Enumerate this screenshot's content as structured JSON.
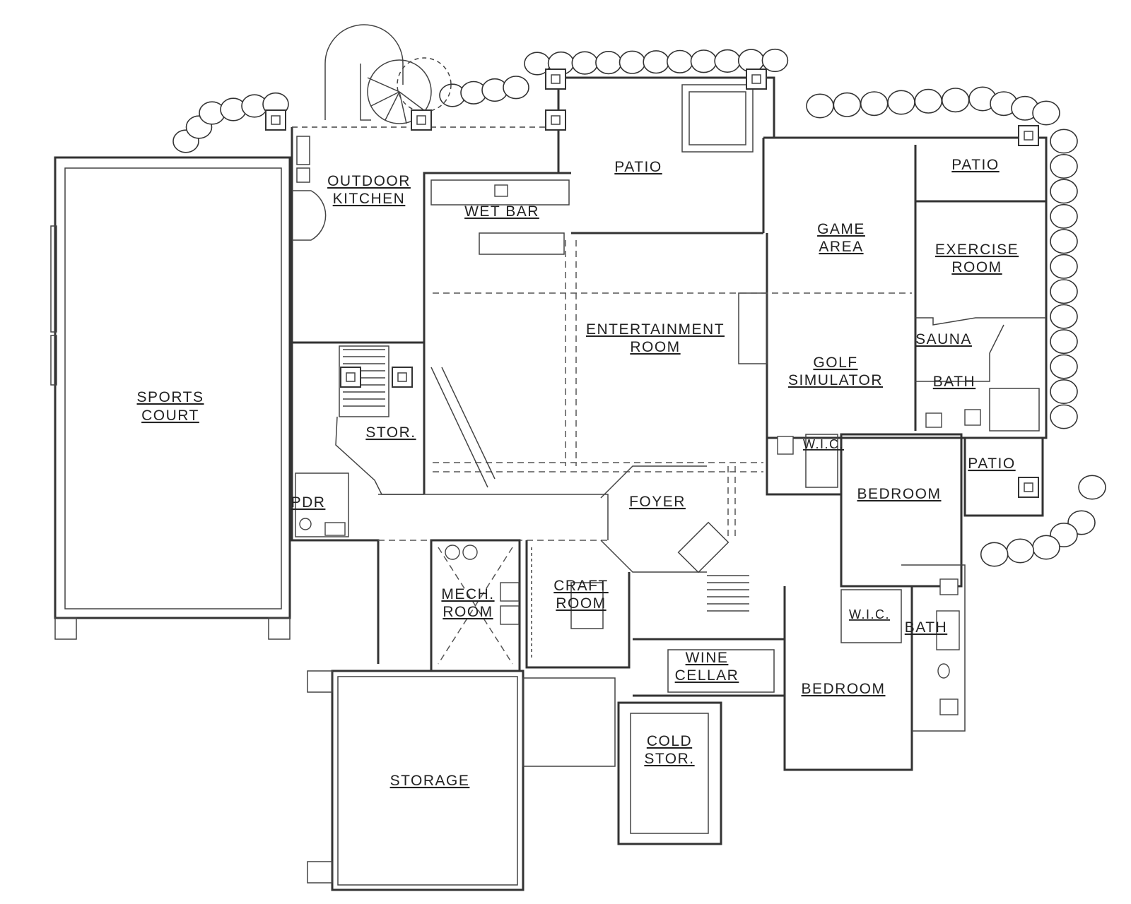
{
  "rooms": {
    "sports_court": [
      "SPORTS",
      "COURT"
    ],
    "outdoor_kitchen": [
      "OUTDOOR",
      "KITCHEN"
    ],
    "wet_bar": "WET BAR",
    "patio_top": "PATIO",
    "patio_right_top": "PATIO",
    "patio_right_mid": "PATIO",
    "game_area": [
      "GAME",
      "AREA"
    ],
    "exercise_room": [
      "EXERCISE",
      "ROOM"
    ],
    "entertainment_room": [
      "ENTERTAINMENT",
      "ROOM"
    ],
    "sauna": "SAUNA",
    "golf_simulator": [
      "GOLF",
      "SIMULATOR"
    ],
    "bath_upper": "BATH",
    "stor": "STOR.",
    "wic_upper": "W.I.C.",
    "pdr": "PDR",
    "foyer": "FOYER",
    "bedroom_upper": "BEDROOM",
    "mech_room": [
      "MECH.",
      "ROOM"
    ],
    "craft_room": [
      "CRAFT",
      "ROOM"
    ],
    "wic_lower": "W.I.C.",
    "bath_lower": "BATH",
    "wine_cellar": [
      "WINE",
      "CELLAR"
    ],
    "bedroom_lower": "BEDROOM",
    "cold_stor": [
      "COLD",
      "STOR."
    ],
    "storage": "STORAGE"
  }
}
